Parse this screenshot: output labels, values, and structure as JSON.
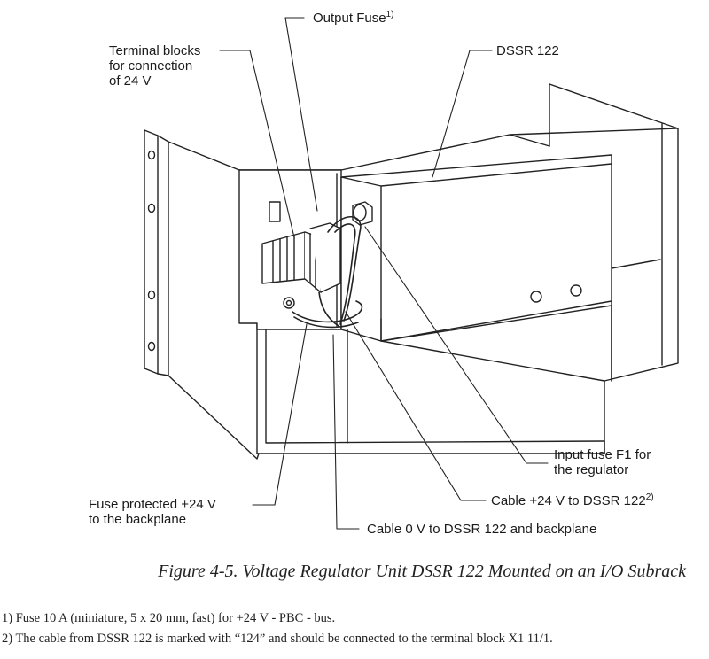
{
  "labels": {
    "output_fuse": "Output Fuse",
    "output_fuse_note": "1)",
    "terminal_blocks": [
      "Terminal blocks",
      "for connection",
      "of 24 V"
    ],
    "dssr": "DSSR 122",
    "input_fuse": [
      "Input fuse F1 for",
      "the regulator"
    ],
    "cable_24v": "Cable +24 V to DSSR 122",
    "cable_24v_note": "2)",
    "fuse_protected": [
      "Fuse protected +24 V",
      "to the backplane"
    ],
    "cable_0v": "Cable 0 V to DSSR 122 and backplane"
  },
  "caption": "Figure 4-5. Voltage Regulator Unit DSSR 122 Mounted on an I/O Subrack",
  "footnotes": [
    "1) Fuse 10 A (miniature, 5 x 20 mm, fast) for +24 V - PBC - bus.",
    "2) The cable from DSSR 122 is marked with “124” and should be connected to the terminal block X1 11/1."
  ]
}
